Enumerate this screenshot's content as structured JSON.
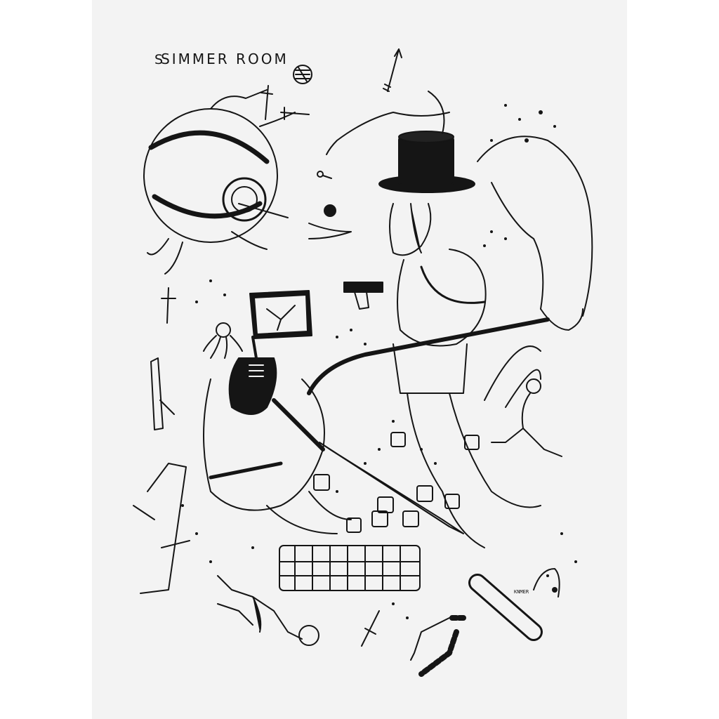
{
  "poster": {
    "title_s1": "S",
    "title_main": "SIMMER ROOM",
    "box_label": "KNMER",
    "logo_icon": "circle-stamp-icon"
  },
  "colors": {
    "paper": "#f3f3f3",
    "ink": "#151515",
    "background": "#ffffff"
  }
}
